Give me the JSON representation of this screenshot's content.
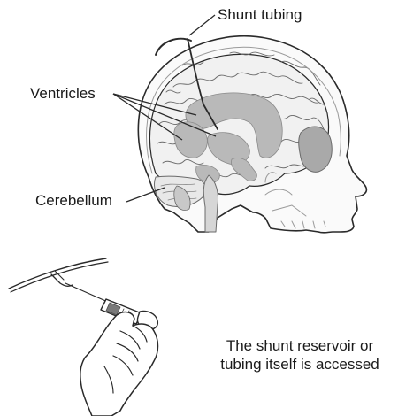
{
  "labels": {
    "shunt_tubing": "Shunt tubing",
    "ventricles": "Ventricles",
    "cerebellum": "Cerebellum"
  },
  "caption": {
    "line1": "The shunt reservoir or",
    "line2": "tubing itself is accessed"
  },
  "colors": {
    "outline": "#2a2a2a",
    "brain_fill": "#f1f1f1",
    "ventricle_fill": "#b9b9b9",
    "skin_fill": "#ffffff"
  }
}
